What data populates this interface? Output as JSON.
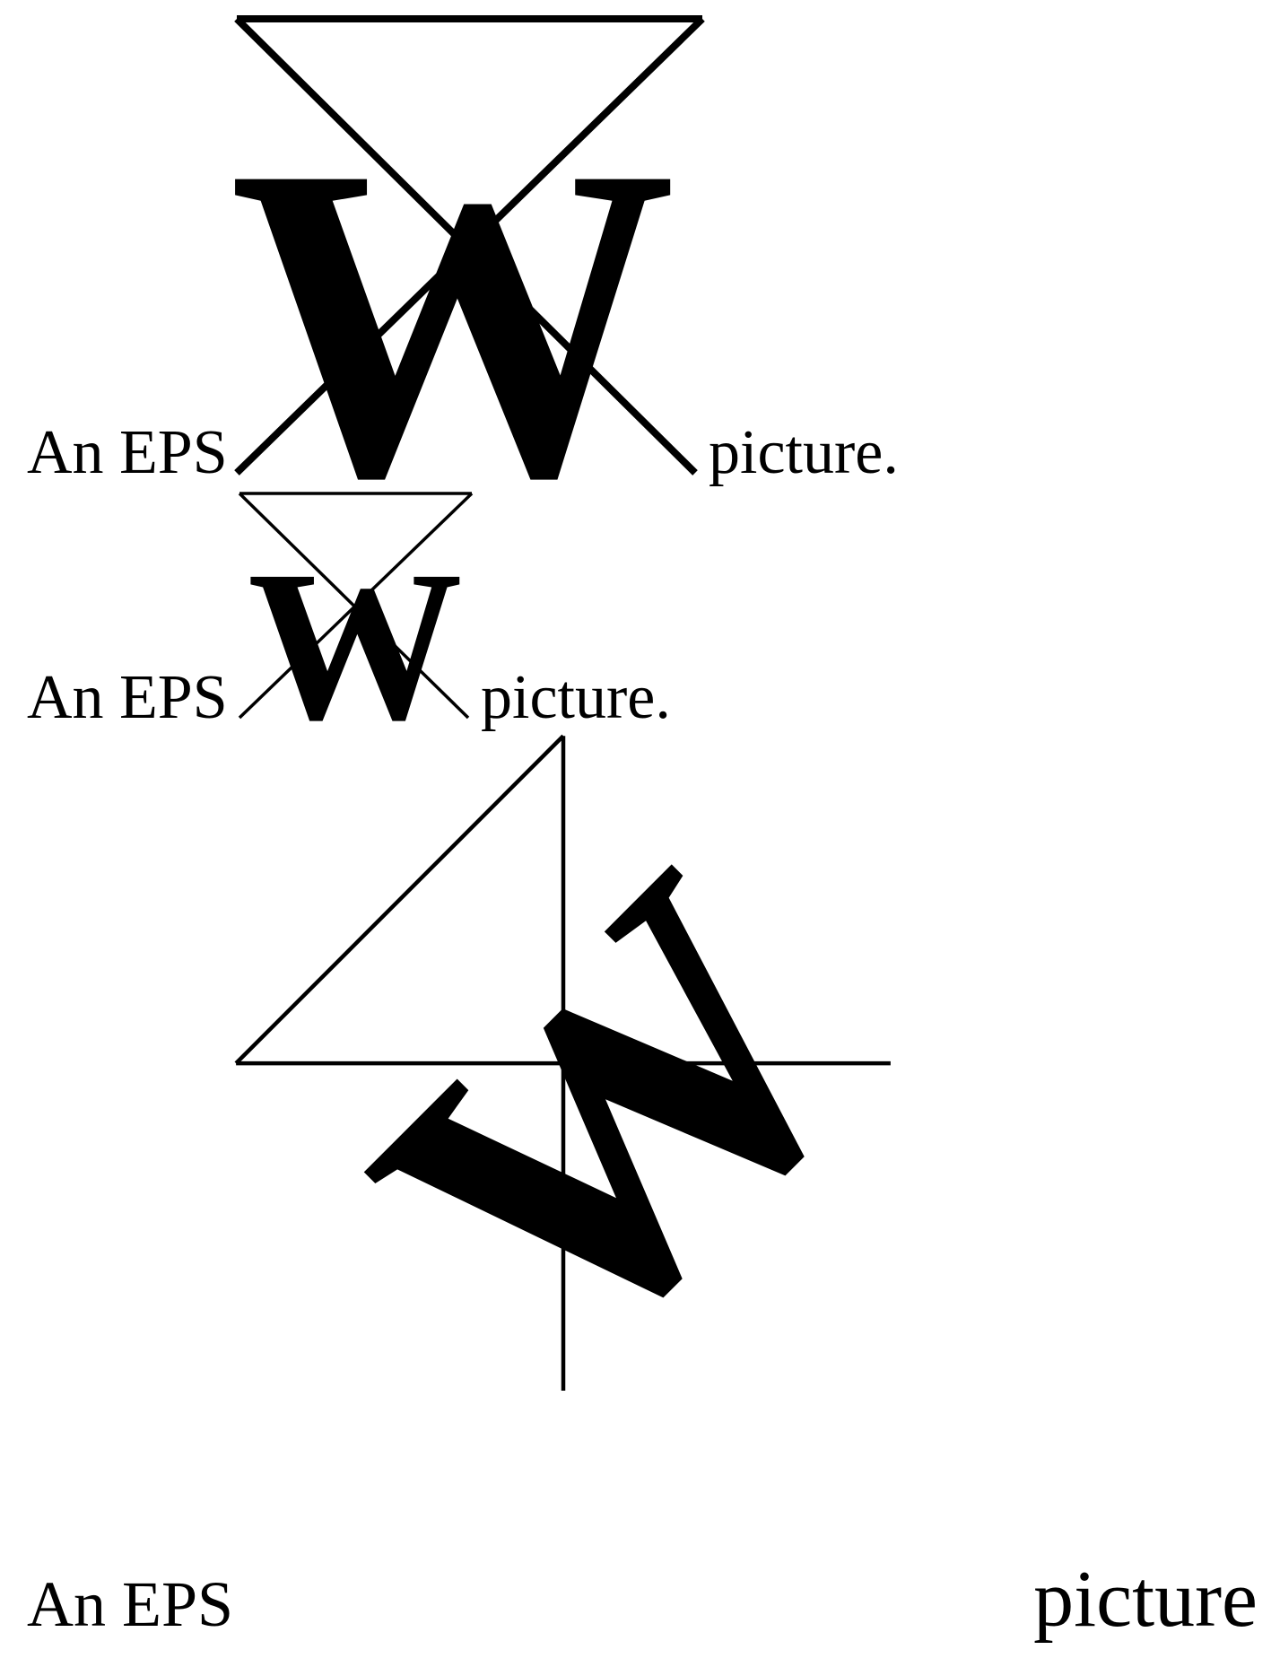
{
  "page": {
    "background_color": "#ffffff",
    "ink_color": "#000000"
  },
  "figures": [
    {
      "name": "eps-demo-large",
      "label_left": "An EPS",
      "label_right": "picture.",
      "glyph": "W"
    },
    {
      "name": "eps-demo-small",
      "label_left": "An EPS",
      "label_right": "picture.",
      "glyph": "W"
    },
    {
      "name": "eps-demo-rotated",
      "label_left": "An EPS",
      "label_right": "picture",
      "glyph": "W"
    }
  ]
}
